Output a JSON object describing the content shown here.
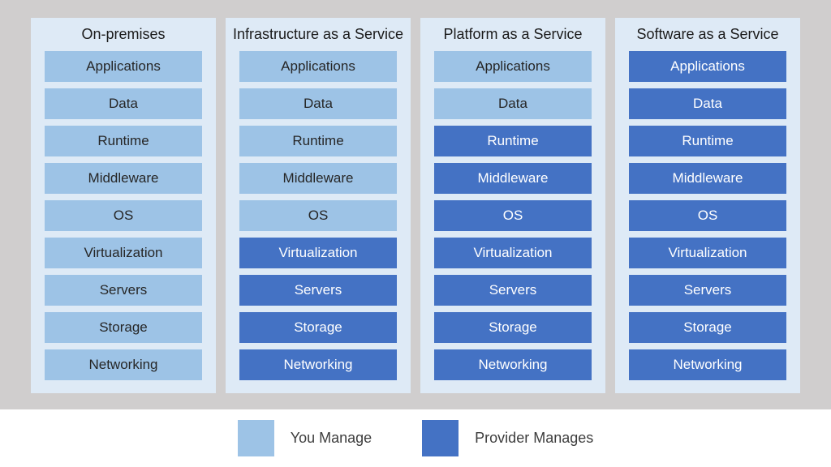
{
  "colors": {
    "page-bg": "#D0CECE",
    "panel-bg": "#DEEAF6",
    "you": "#9DC3E6",
    "provider": "#4472C4",
    "you-text": "#262626",
    "provider-text": "#FFFFFF",
    "title-text": "#1A1A1A",
    "legend-text": "#3D3D3D"
  },
  "columns": [
    {
      "title": "On-premises",
      "layers": [
        {
          "label": "Applications",
          "managed_by": "you"
        },
        {
          "label": "Data",
          "managed_by": "you"
        },
        {
          "label": "Runtime",
          "managed_by": "you"
        },
        {
          "label": "Middleware",
          "managed_by": "you"
        },
        {
          "label": "OS",
          "managed_by": "you"
        },
        {
          "label": "Virtualization",
          "managed_by": "you"
        },
        {
          "label": "Servers",
          "managed_by": "you"
        },
        {
          "label": "Storage",
          "managed_by": "you"
        },
        {
          "label": "Networking",
          "managed_by": "you"
        }
      ]
    },
    {
      "title": "Infrastructure as a Service",
      "layers": [
        {
          "label": "Applications",
          "managed_by": "you"
        },
        {
          "label": "Data",
          "managed_by": "you"
        },
        {
          "label": "Runtime",
          "managed_by": "you"
        },
        {
          "label": "Middleware",
          "managed_by": "you"
        },
        {
          "label": "OS",
          "managed_by": "you"
        },
        {
          "label": "Virtualization",
          "managed_by": "provider"
        },
        {
          "label": "Servers",
          "managed_by": "provider"
        },
        {
          "label": "Storage",
          "managed_by": "provider"
        },
        {
          "label": "Networking",
          "managed_by": "provider"
        }
      ]
    },
    {
      "title": "Platform as a Service",
      "layers": [
        {
          "label": "Applications",
          "managed_by": "you"
        },
        {
          "label": "Data",
          "managed_by": "you"
        },
        {
          "label": "Runtime",
          "managed_by": "provider"
        },
        {
          "label": "Middleware",
          "managed_by": "provider"
        },
        {
          "label": "OS",
          "managed_by": "provider"
        },
        {
          "label": "Virtualization",
          "managed_by": "provider"
        },
        {
          "label": "Servers",
          "managed_by": "provider"
        },
        {
          "label": "Storage",
          "managed_by": "provider"
        },
        {
          "label": "Networking",
          "managed_by": "provider"
        }
      ]
    },
    {
      "title": "Software as a Service",
      "layers": [
        {
          "label": "Applications",
          "managed_by": "provider"
        },
        {
          "label": "Data",
          "managed_by": "provider"
        },
        {
          "label": "Runtime",
          "managed_by": "provider"
        },
        {
          "label": "Middleware",
          "managed_by": "provider"
        },
        {
          "label": "OS",
          "managed_by": "provider"
        },
        {
          "label": "Virtualization",
          "managed_by": "provider"
        },
        {
          "label": "Servers",
          "managed_by": "provider"
        },
        {
          "label": "Storage",
          "managed_by": "provider"
        },
        {
          "label": "Networking",
          "managed_by": "provider"
        }
      ]
    }
  ],
  "legend": {
    "items": [
      {
        "label": "You Manage",
        "key": "you"
      },
      {
        "label": "Provider Manages",
        "key": "provider"
      }
    ]
  }
}
